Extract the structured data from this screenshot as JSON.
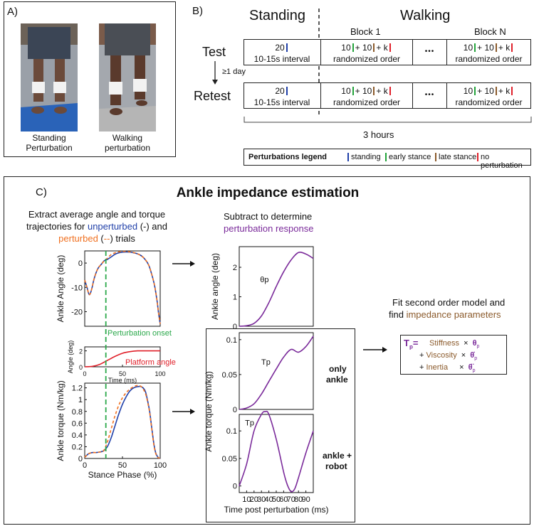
{
  "panel_a": {
    "label": "A)",
    "photos": [
      {
        "caption_1": "Standing",
        "caption_2": "Perturbation"
      },
      {
        "caption_1": "Walking",
        "caption_2": "perturbation"
      }
    ]
  },
  "panel_b": {
    "label": "B)",
    "standing_header": "Standing",
    "walking_header": "Walking",
    "block_first": "Block 1",
    "block_last": "Block N",
    "rows": [
      {
        "label": "Test"
      },
      {
        "label": "Retest"
      }
    ],
    "between_label": "≥1 day",
    "standing_cell": {
      "line1": "20",
      "line2": "10-15s interval"
    },
    "walking_cell": {
      "n1": "10",
      "plus1": "+ 10",
      "plus2": "+ k",
      "line2": "randomized order"
    },
    "ellipsis": "•••",
    "duration": "3 hours",
    "legend": {
      "title": "Perturbations legend",
      "items": [
        {
          "label": "standing",
          "color": "#1f3fa8"
        },
        {
          "label": "early stance",
          "color": "#22a33a"
        },
        {
          "label": "late stance",
          "color": "#8b5a2b"
        },
        {
          "label": "no perturbation",
          "color": "#e0202a"
        }
      ]
    }
  },
  "panel_c": {
    "label": "C)",
    "title": "Ankle impedance estimation",
    "step1": {
      "line1": "Extract average angle and torque",
      "line2a": "trajectories for ",
      "unperturbed": "unperturbed",
      "line2b": " (-) and",
      "perturbed": "perturbed",
      "line3a": " (",
      "dash": "--",
      "line3b": ") trials"
    },
    "step2": {
      "line1": "Subtract to determine",
      "line2": "perturbation response"
    },
    "step3": {
      "line1": "Fit second order model and",
      "line2a": "find ",
      "line2b": "impedance parameters"
    },
    "onset_label": "Perturbation onset",
    "platform_label": "Platform angle",
    "only_ankle": {
      "l1": "only",
      "l2": "ankle"
    },
    "ankle_robot": {
      "l1": "ankle +",
      "l2": "robot"
    },
    "model": {
      "lhs": "T",
      "lhs_sub": "p",
      "eq": "=",
      "terms": [
        {
          "prefix": "",
          "name": "Stiffness",
          "times": "×",
          "sym": "θ",
          "sub": "p"
        },
        {
          "prefix": "+",
          "name": "Viscosity",
          "times": "×",
          "sym": "θ̇",
          "sub": "p"
        },
        {
          "prefix": "+",
          "name": "Inertia",
          "times": "×",
          "sym": "θ̈",
          "sub": "p"
        }
      ]
    },
    "colors": {
      "unperturbed": "#1f3fa8",
      "perturbed": "#f07020",
      "onset": "#2aa84a",
      "platform": "#e0202a",
      "response": "#7a2a9a",
      "impedance": "#8b5a2b"
    }
  },
  "chart_data": [
    {
      "type": "line",
      "id": "ankle-angle",
      "ylabel": "Ankle Angle (deg)",
      "xlim": [
        0,
        100
      ],
      "ylim": [
        -26,
        5
      ],
      "yticks": [
        0,
        -10,
        -20
      ],
      "series": [
        {
          "name": "unperturbed",
          "x": [
            0,
            3,
            6,
            9,
            12,
            15,
            18,
            22,
            26,
            30,
            35,
            40,
            45,
            50,
            55,
            60,
            65,
            70,
            75,
            80,
            85,
            90,
            93,
            96,
            98,
            100
          ],
          "y": [
            -7,
            -10,
            -13,
            -11,
            -7,
            -4,
            -2,
            -0.5,
            1,
            1.5,
            2.5,
            3.6,
            4.2,
            4.5,
            4.6,
            4.5,
            4.2,
            3.8,
            3,
            1.5,
            -1,
            -6,
            -10,
            -16,
            -21,
            -25
          ]
        },
        {
          "name": "perturbed",
          "x": [
            0,
            3,
            6,
            9,
            12,
            15,
            18,
            22,
            26,
            30,
            35,
            40,
            45,
            50,
            55,
            60,
            65,
            70,
            75,
            80,
            85,
            90,
            93,
            96,
            98,
            100
          ],
          "y": [
            -7,
            -10,
            -13,
            -11,
            -7,
            -4,
            -2,
            -0.5,
            1,
            2,
            3.5,
            4.2,
            4.6,
            4.8,
            4.8,
            4.6,
            4.3,
            3.8,
            3,
            1.5,
            -1,
            -6,
            -10,
            -16,
            -21,
            -25
          ]
        }
      ]
    },
    {
      "type": "line",
      "id": "platform-angle",
      "xlabel": "Time (ms)",
      "ylabel": "Angle (deg)",
      "xlim": [
        0,
        100
      ],
      "ylim": [
        0,
        2.5
      ],
      "xticks": [
        0,
        50,
        100
      ],
      "yticks": [
        0,
        2
      ],
      "series": [
        {
          "name": "Platform angle",
          "x": [
            0,
            10,
            20,
            30,
            40,
            50,
            60,
            70,
            80,
            90,
            100
          ],
          "y": [
            0,
            0.05,
            0.3,
            0.8,
            1.3,
            1.7,
            1.9,
            2,
            2,
            2,
            2
          ]
        }
      ]
    },
    {
      "type": "line",
      "id": "ankle-torque",
      "xlabel": "Stance Phase (%)",
      "ylabel": "Ankle torque (Nm/kg)",
      "xlim": [
        0,
        100
      ],
      "ylim": [
        0,
        1.28
      ],
      "xticks": [
        0,
        50,
        100
      ],
      "yticks": [
        0,
        0.2,
        0.4,
        0.6,
        0.8,
        1,
        1.2
      ],
      "series": [
        {
          "name": "unperturbed",
          "x": [
            0,
            5,
            10,
            15,
            20,
            25,
            30,
            35,
            40,
            45,
            50,
            55,
            60,
            65,
            70,
            75,
            80,
            83,
            86,
            88,
            90,
            92,
            94,
            96,
            98,
            100
          ],
          "y": [
            0.02,
            0.08,
            0.1,
            0.1,
            0.11,
            0.13,
            0.2,
            0.35,
            0.55,
            0.75,
            0.92,
            1.05,
            1.15,
            1.2,
            1.22,
            1.22,
            1.15,
            1.0,
            0.8,
            0.6,
            0.4,
            0.22,
            0.1,
            0.04,
            0.01,
            0
          ]
        },
        {
          "name": "perturbed",
          "x": [
            0,
            5,
            10,
            15,
            20,
            25,
            30,
            35,
            40,
            45,
            50,
            55,
            60,
            65,
            70,
            75,
            80,
            83,
            86,
            88,
            90,
            92,
            94,
            96,
            98,
            100
          ],
          "y": [
            0.02,
            0.08,
            0.1,
            0.1,
            0.11,
            0.13,
            0.28,
            0.5,
            0.72,
            0.9,
            1.03,
            1.12,
            1.18,
            1.22,
            1.24,
            1.22,
            1.12,
            0.98,
            0.78,
            0.58,
            0.38,
            0.2,
            0.09,
            0.03,
            0.01,
            0
          ]
        }
      ]
    },
    {
      "type": "line",
      "id": "response-angle",
      "ylabel": "Ankle angle (deg)",
      "xlim": [
        0,
        100
      ],
      "ylim": [
        0,
        2.7
      ],
      "yticks": [
        0,
        1,
        2
      ],
      "annotation": "θp",
      "series": [
        {
          "name": "θp",
          "x": [
            0,
            10,
            20,
            30,
            40,
            50,
            60,
            70,
            80,
            90,
            100
          ],
          "y": [
            0,
            0.02,
            0.1,
            0.35,
            0.8,
            1.35,
            1.85,
            2.25,
            2.5,
            2.45,
            2.3
          ]
        }
      ]
    },
    {
      "type": "line",
      "id": "response-torque-ankle",
      "xlim": [
        0,
        100
      ],
      "ylim": [
        0,
        0.11
      ],
      "yticks": [
        0,
        0.05,
        0.1
      ],
      "annotation": "Tp",
      "series": [
        {
          "name": "Tp",
          "x": [
            0,
            10,
            20,
            30,
            40,
            50,
            60,
            70,
            80,
            90,
            100
          ],
          "y": [
            0,
            0.002,
            0.008,
            0.022,
            0.04,
            0.058,
            0.075,
            0.086,
            0.082,
            0.09,
            0.105
          ]
        }
      ]
    },
    {
      "type": "line",
      "id": "response-torque-robot",
      "xlabel": "Time post perturbation (ms)",
      "xlim": [
        0,
        100
      ],
      "ylim": [
        -0.012,
        0.13
      ],
      "xticks": [
        10,
        20,
        30,
        40,
        50,
        60,
        70,
        80,
        90
      ],
      "yticks": [
        0,
        0.05,
        0.1
      ],
      "annotation": "Tp",
      "series": [
        {
          "name": "Tp",
          "x": [
            0,
            10,
            20,
            30,
            35,
            40,
            50,
            60,
            65,
            70,
            75,
            80,
            90,
            100
          ],
          "y": [
            0,
            0.04,
            0.1,
            0.13,
            0.135,
            0.13,
            0.085,
            0.025,
            0.002,
            -0.01,
            -0.005,
            0.015,
            0.06,
            0.1
          ]
        }
      ]
    }
  ],
  "shared_ylabel_torque": "Ankle torque (Nm/kg)"
}
